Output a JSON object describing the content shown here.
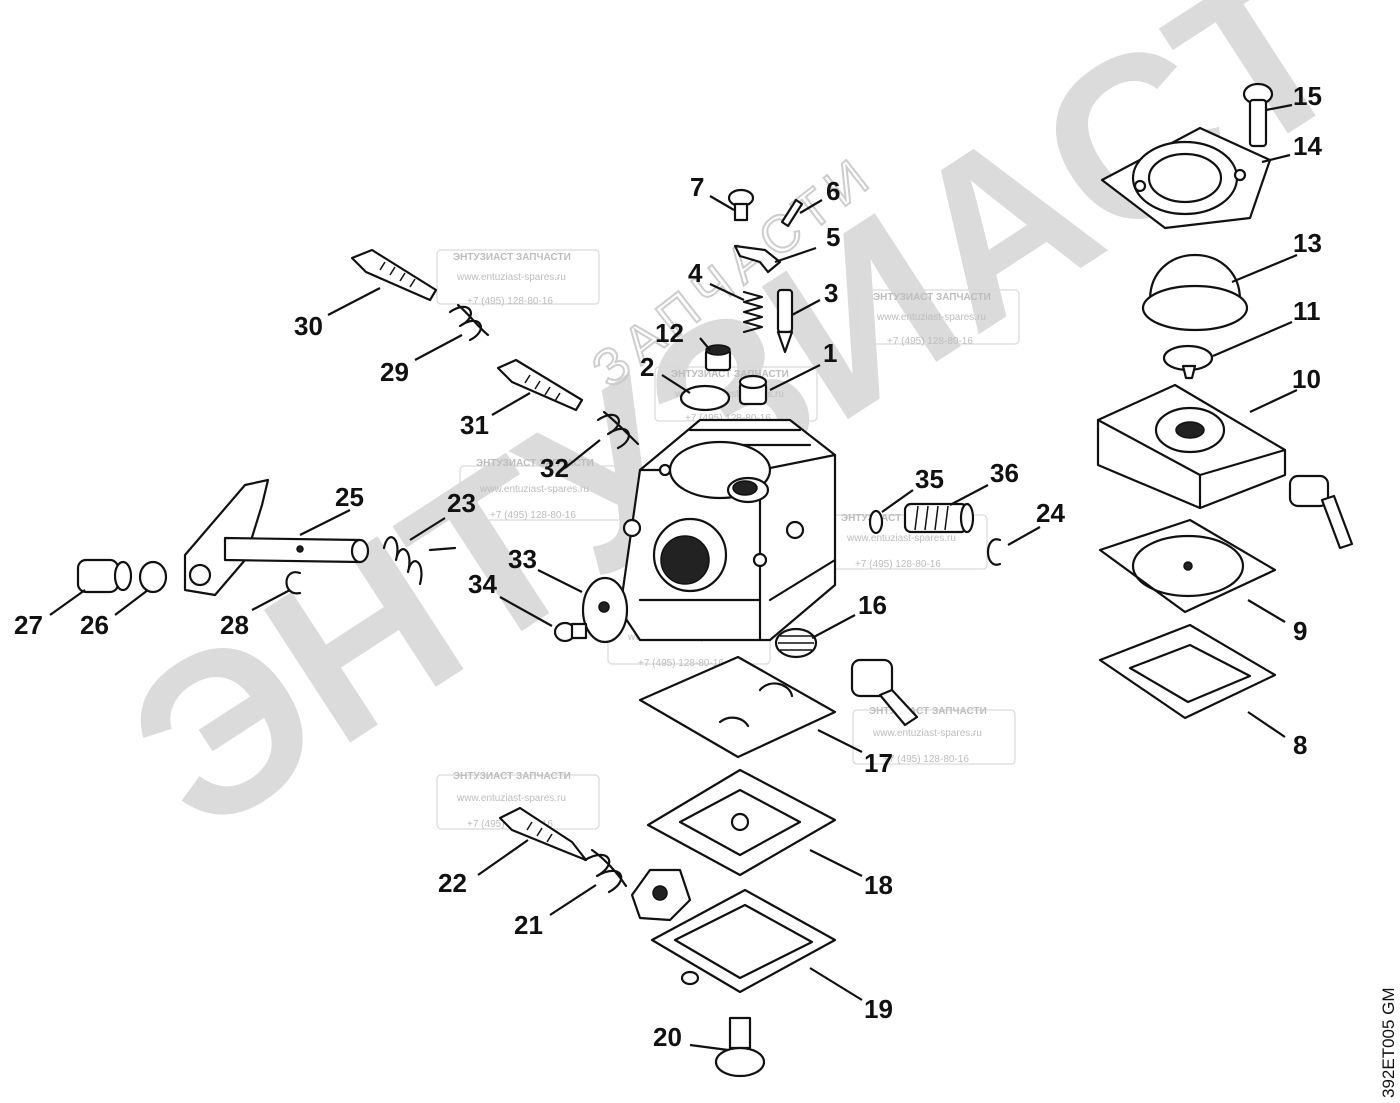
{
  "diagram": {
    "drawing_code": "392ET005 GM",
    "parts": [
      "1",
      "2",
      "3",
      "4",
      "5",
      "6",
      "7",
      "8",
      "9",
      "10",
      "11",
      "12",
      "13",
      "14",
      "15",
      "16",
      "17",
      "18",
      "19",
      "20",
      "21",
      "22",
      "23",
      "24",
      "25",
      "26",
      "27",
      "28",
      "29",
      "30",
      "31",
      "32",
      "33",
      "34",
      "35",
      "36"
    ]
  },
  "watermark": {
    "main_text": "ЭНТУЗИАСТ",
    "arc_text": "ЗАПЧАСТИ",
    "stamp": {
      "title": "ЭНТУЗИАСТ ЗАПЧАСТИ",
      "site": "www.entuziast-spares.ru",
      "phone": "+7 (495) 128-80-16"
    }
  }
}
